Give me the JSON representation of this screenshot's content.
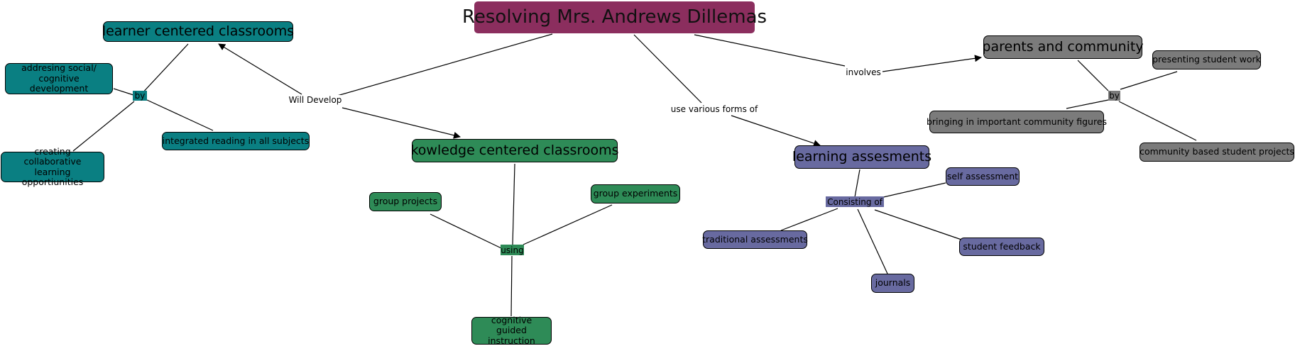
{
  "colors": {
    "root": "#8b2e5e",
    "teal": "#0a7f82",
    "green": "#2e8b57",
    "purple": "#686aa0",
    "grey": "#7b7b7b"
  },
  "root": {
    "label": "Resolving Mrs. Andrews Dillemas"
  },
  "link_labels": {
    "will_develop": "Will Develop",
    "use_various": "use various forms of",
    "involves": "involves"
  },
  "learner": {
    "title": "learner centered classrooms",
    "connector": "by",
    "items": [
      "addresing social/ cognitive development",
      "integrated reading in all subjects",
      "creating collaborative learning opportiunities"
    ]
  },
  "knowledge": {
    "title": "kowledge centered classrooms",
    "connector": "using",
    "items": [
      "group projects",
      "group experiments",
      "cognitive guided instruction"
    ]
  },
  "assessments": {
    "title": "learning assesments",
    "connector": "Consisting of",
    "items": [
      "self assessment",
      "traditional assessments",
      "student feedback",
      "journals"
    ]
  },
  "parents": {
    "title": "parents and community",
    "connector": "by",
    "items": [
      "presenting student work",
      "bringing in important community figures",
      "community based student projects"
    ]
  }
}
